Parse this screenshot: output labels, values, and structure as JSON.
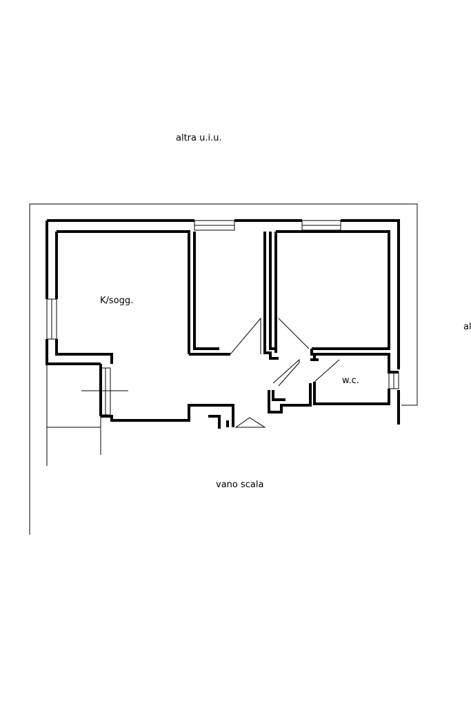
{
  "labels": {
    "neighbor_top": "altra u.i.u.",
    "neighbor_right": "al",
    "kitchen_living": "K/sogg.",
    "wc": "w.c.",
    "stairwell": "vano scala"
  },
  "colors": {
    "wall": "#000000",
    "background": "#ffffff",
    "thin_line": "#000000"
  }
}
